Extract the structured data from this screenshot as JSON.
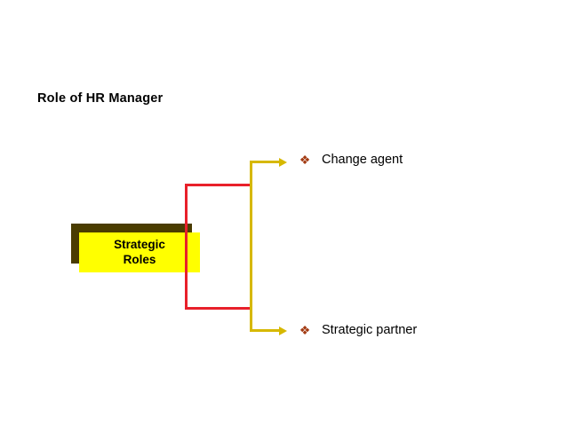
{
  "slide": {
    "title": "Role of HR Manager",
    "box": {
      "line1": "Strategic",
      "line2": "Roles",
      "fill_color": "#ffff00",
      "shadow_color": "#4a3c00"
    },
    "connector": {
      "bracket_color": "#e8202a",
      "arrow_color": "#d6b800"
    },
    "bullets": [
      {
        "marker": "❖",
        "text": "Change agent"
      },
      {
        "marker": "❖",
        "text": "Strategic partner"
      }
    ],
    "bullet_color": "#a33b13"
  }
}
